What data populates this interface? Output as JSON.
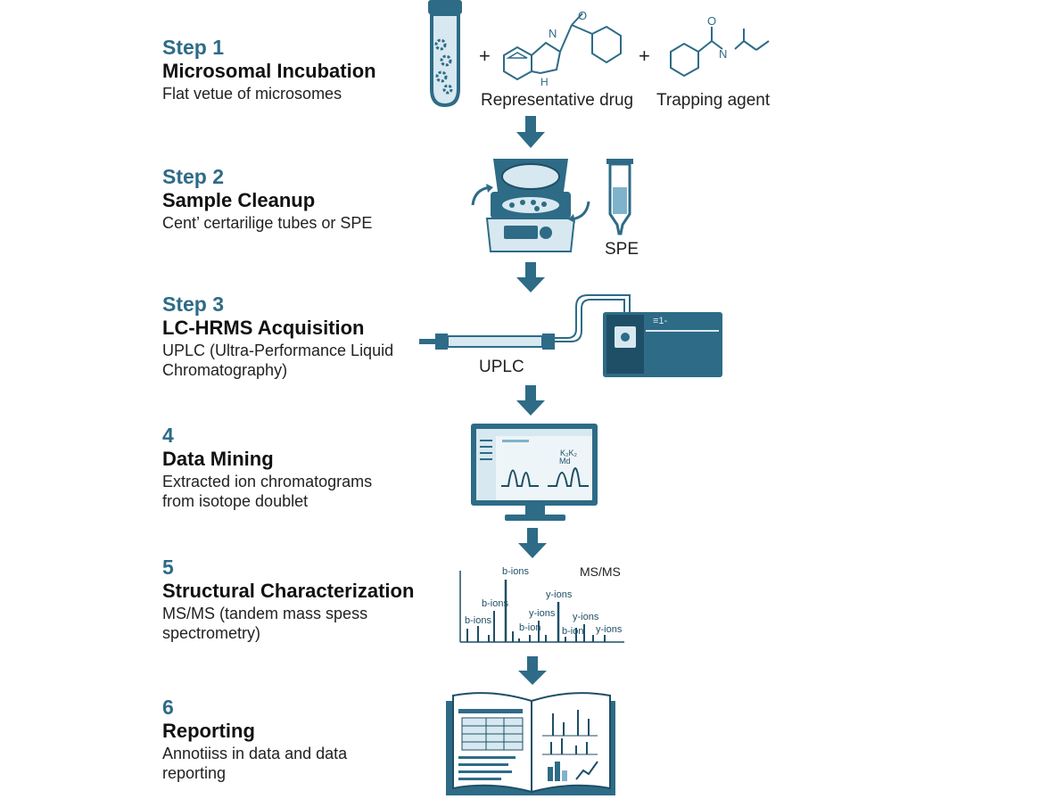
{
  "colors": {
    "primary": "#2e6b87",
    "dark": "#1f4f66",
    "light": "#d7e8f0",
    "accent": "#7fb3cc"
  },
  "steps": [
    {
      "num": "Step 1",
      "title": "Microsomal Incubation",
      "desc_lines": [
        "Flat vetue of microsomes"
      ]
    },
    {
      "num": "Step 2",
      "title": "Sample Cleanup",
      "desc_lines": [
        "Cent’ certarilige tubes or SPE"
      ]
    },
    {
      "num": "Step 3",
      "title": "LC-HRMS Acquisition",
      "desc_lines": [
        "UPLC (Ultra-Performance Liquid",
        "Chromatography)"
      ]
    },
    {
      "num": "4",
      "title": "Data Mining",
      "desc_lines": [
        "Extracted ion chromatograms",
        "from isotope doublet"
      ]
    },
    {
      "num": "5",
      "title": "Structural Characterization",
      "desc_lines": [
        "MS/MS (tandem mass spess",
        "spectrometry)"
      ]
    },
    {
      "num": "6",
      "title": "Reporting",
      "desc_lines": [
        "Annotiiss in data and data",
        "reporting"
      ]
    }
  ],
  "figure_labels": {
    "plus": "+",
    "representative_drug": "Representative drug",
    "trapping_agent": "Trapping agent",
    "atom_n": "N",
    "atom_o": "O",
    "atom_h": "H",
    "atom_nh": "N",
    "spe": "SPE",
    "uplc": "UPLC",
    "ms_screen": "≡1-",
    "monitor_peak_label_1": "K₂K₂",
    "monitor_peak_label_2": "Md",
    "msms": "MS/MS",
    "ion_labels": [
      "b-ions",
      "b-ions",
      "b-ions",
      "y-ions",
      "y-ions",
      "b-ion",
      "b-ion",
      "y-ions",
      "y-ions"
    ]
  },
  "icons": [
    "test-tube-icon",
    "centrifuge-icon",
    "spe-cartridge-icon",
    "uplc-column-icon",
    "mass-spectrometer-icon",
    "computer-monitor-icon",
    "spectrum-icon",
    "report-book-icon",
    "down-arrow-icon"
  ]
}
